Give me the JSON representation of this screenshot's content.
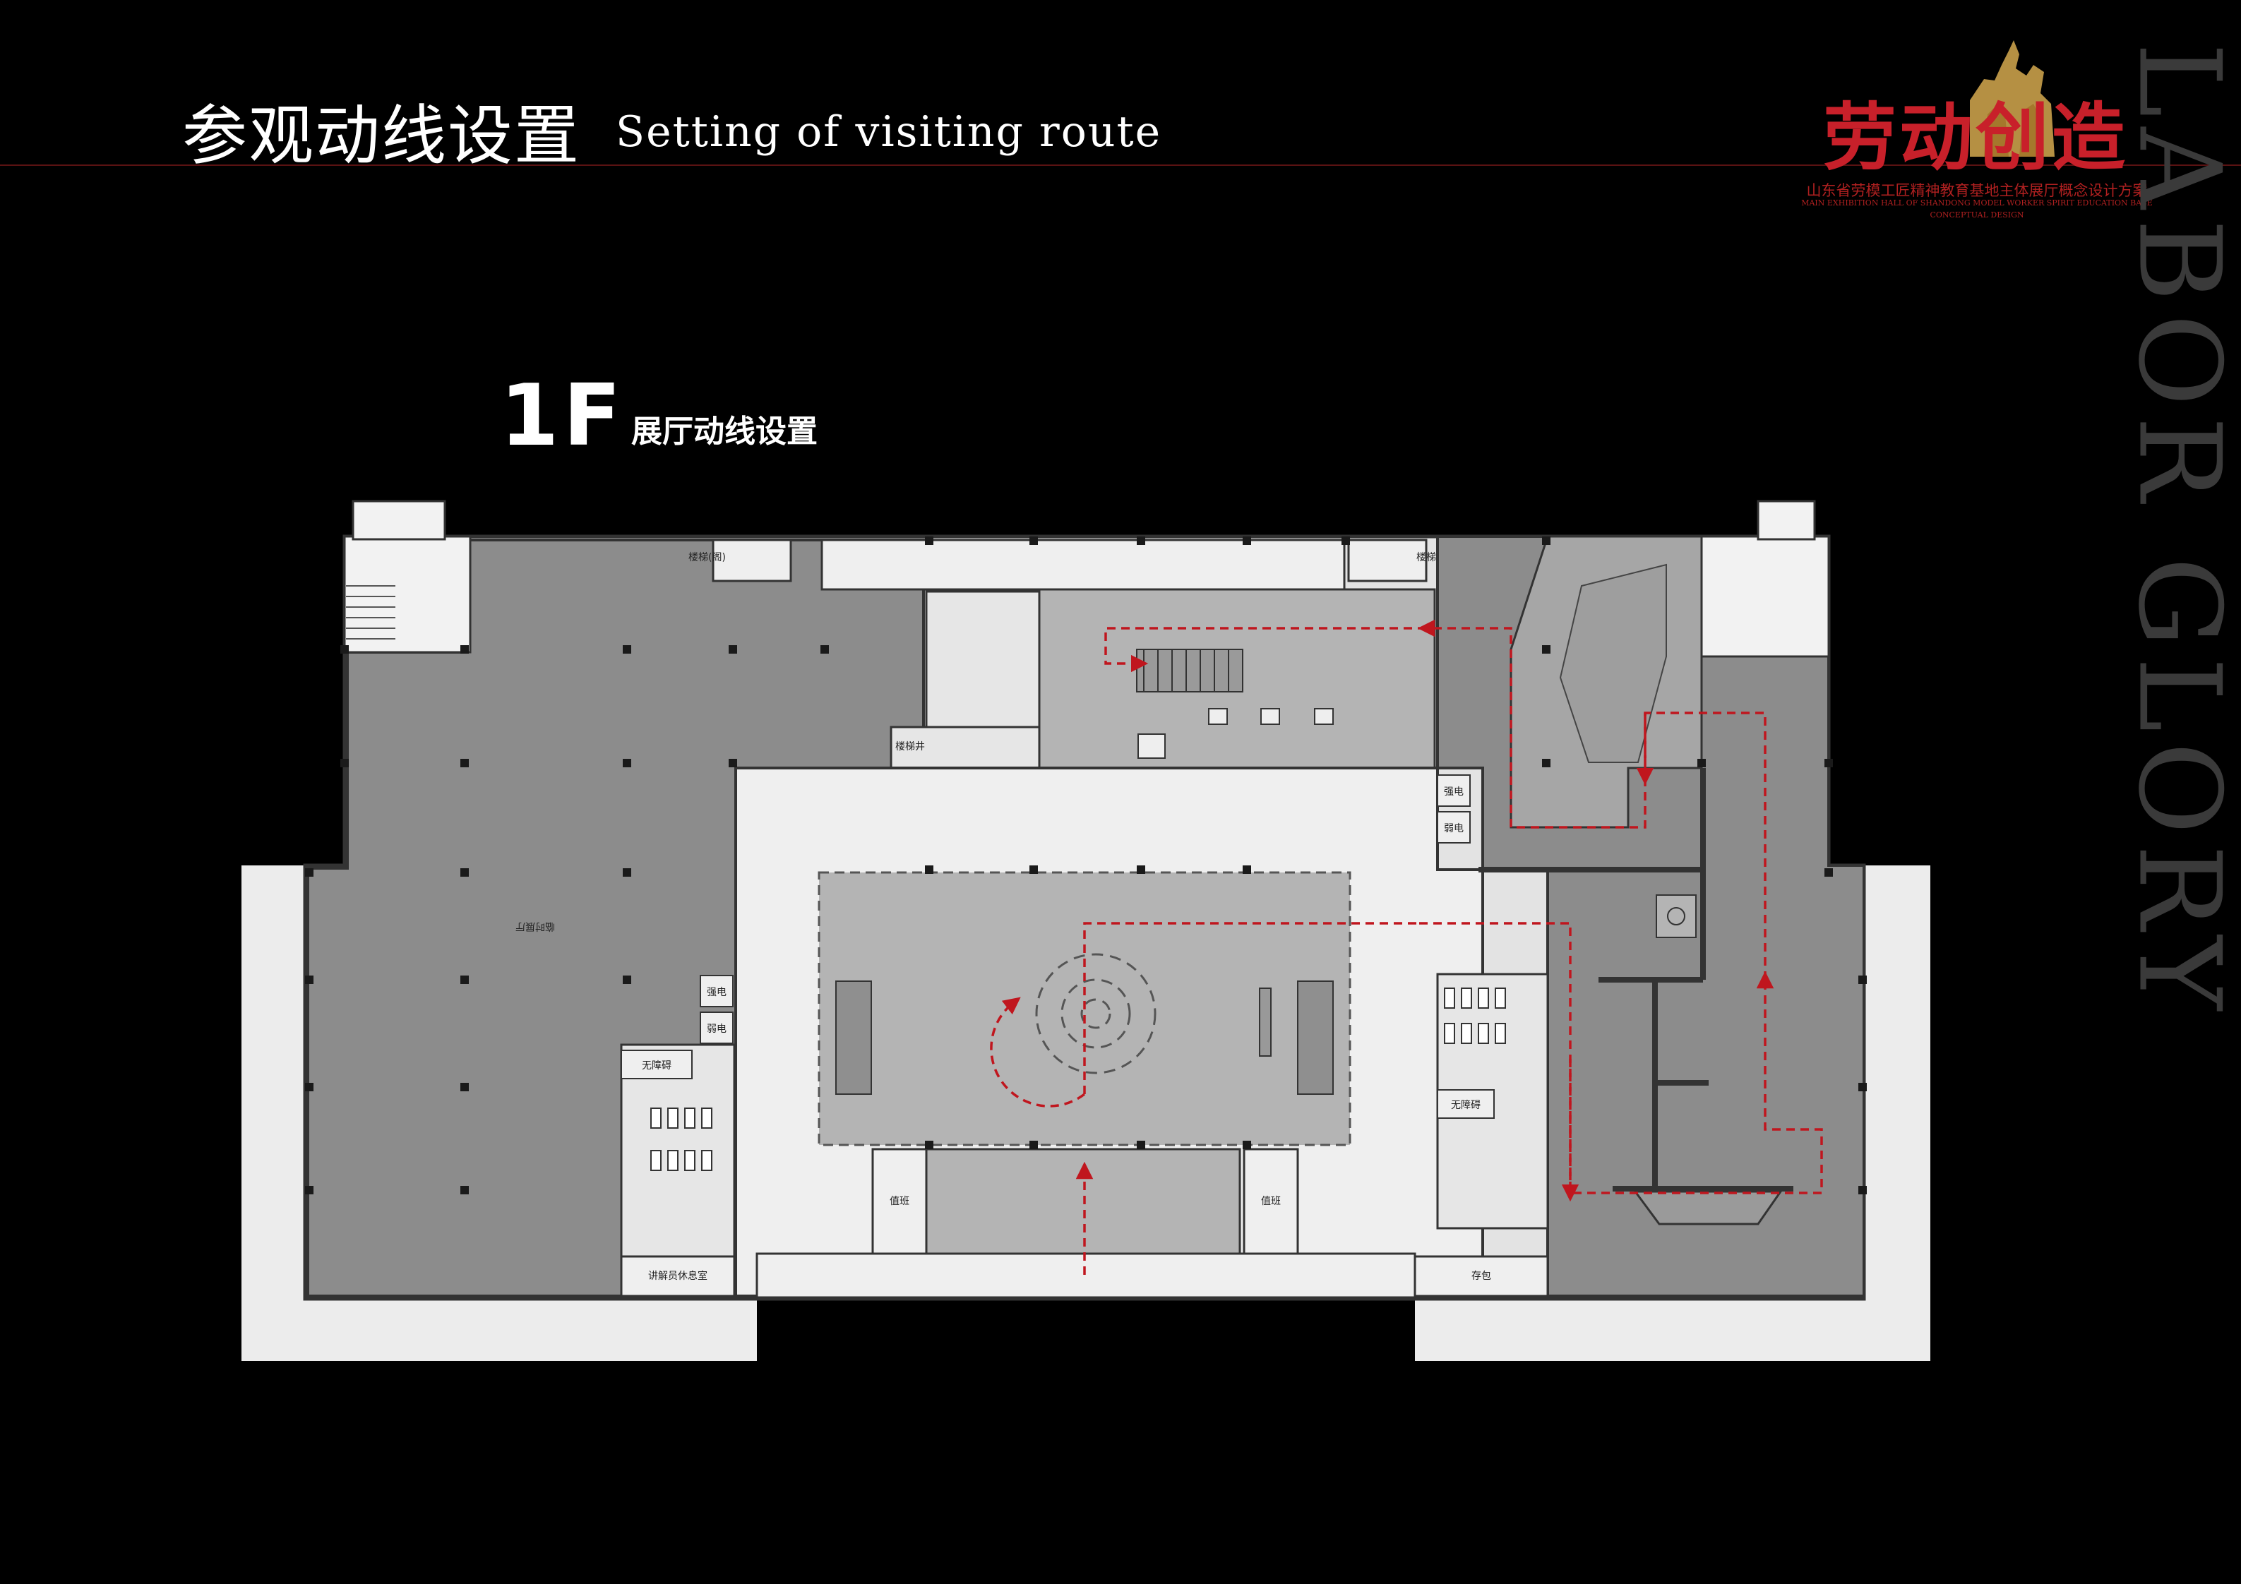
{
  "header": {
    "title_cn": "参观动线设置",
    "title_en": "Setting of visiting route"
  },
  "logo": {
    "text": "劳动创造",
    "subtitle_cn": "山东省劳模工匠精神教育基地主体展厅概念设计方案",
    "subtitle_en": "MAIN EXHIBITION HALL OF SHANDONG MODEL WORKER SPIRIT EDUCATION BASE",
    "subtitle_en2": "CONCEPTUAL DESIGN"
  },
  "vertical_text": "LABOR GLORY",
  "floor": {
    "label": "1F",
    "subtitle": "展厅动线设置"
  },
  "rooms": {
    "temp_hall": "临时展厅",
    "stairs_nw": "楼梯(阁)",
    "stairs_ne": "楼梯(阁)",
    "stair_w": "楼梯井",
    "lecture": "讲解员休息室",
    "storage": "存包",
    "duty_left": "值班",
    "duty_right": "值班",
    "elec_1": "强电",
    "elec_2": "弱电",
    "elec_3": "强电",
    "elec_4": "弱电",
    "toilet_w": "无障碍",
    "toilet_e": "无障碍"
  },
  "colors": {
    "background": "#000000",
    "exhibit_dark": "#8c8c8c",
    "exhibit_mid": "#b4b4b4",
    "corridor": "#ececec",
    "route": "#c0161e",
    "accent": "#c8202a"
  },
  "icons": {
    "route_arrow": "route-arrow-icon",
    "stair": "stair-icon",
    "escalator": "escalator-icon"
  }
}
